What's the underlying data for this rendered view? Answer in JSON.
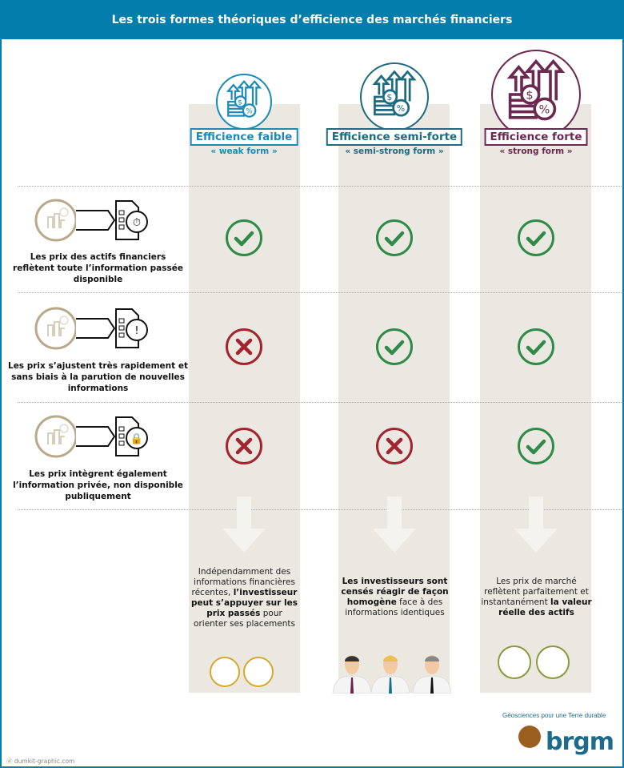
{
  "header": {
    "title": "Les trois formes théoriques d’efficience des marchés financiers"
  },
  "columns": [
    {
      "title": "Efficience faible",
      "subtitle": "« weak form »",
      "color": "#1a8bb8",
      "icon": "growth-money-icon"
    },
    {
      "title": "Efficience semi-forte",
      "subtitle": "« semi-strong form »",
      "color": "#1d6b82",
      "icon": "growth-money-icon"
    },
    {
      "title": "Efficience forte",
      "subtitle": "« strong form »",
      "color": "#6b2950",
      "icon": "growth-money-icon"
    }
  ],
  "rows": [
    {
      "text": "Les prix des actifs financiers reflètent toute l’information passée disponible",
      "icon": "document-clock-icon",
      "marks": [
        "check",
        "check",
        "check"
      ]
    },
    {
      "text": "Les prix s’ajustent très rapidement et sans biais à la parution de nouvelles informations",
      "icon": "document-alert-icon",
      "marks": [
        "cross",
        "check",
        "check"
      ]
    },
    {
      "text": "Les prix intègrent également l’information privée, non disponible publiquement",
      "icon": "document-lock-icon",
      "marks": [
        "cross",
        "cross",
        "check"
      ]
    }
  ],
  "descriptions": [
    {
      "pre": "Indépendamment des informations financières récentes,",
      "bold": "l’investisseur peut s’appuyer sur les prix passés",
      "post": "pour orienter ses placements"
    },
    {
      "pre": "",
      "bold": "Les investisseurs sont censés réagir de façon homogène",
      "post": "face à des informations identiques"
    },
    {
      "pre": "Les prix de marché reflètent parfaitement et instantanément",
      "bold": "la valeur réelle des actifs",
      "post": ""
    }
  ],
  "colors": {
    "header": "#037dab",
    "check": "#2e8b47",
    "cross": "#a3232e",
    "column_bg": "#ebe8e1"
  },
  "footer": {
    "credit": "dumkit-graphic.com",
    "logo_word": "brgm",
    "logo_tagline": "Géosciences pour une Terre durable"
  }
}
